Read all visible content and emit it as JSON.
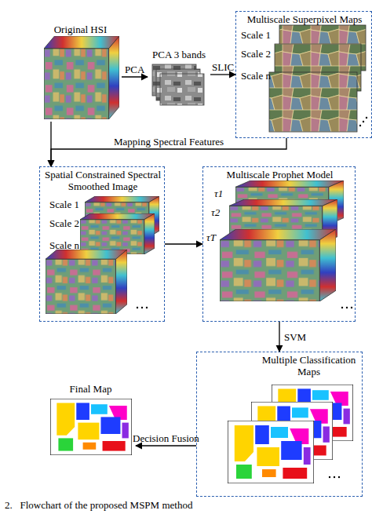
{
  "diagram": {
    "caption": "2.   Flowchart of the proposed MSPM method",
    "nodes": [
      {
        "text": [
          "Original HSI"
        ]
      },
      {
        "text": [
          "PCA 3 bands"
        ]
      },
      {
        "text": [
          "Multiscale Superpixel Maps",
          "Scale 1",
          "Scale 2",
          "Scale n"
        ]
      },
      {
        "text": [
          "Spatial Constrained Spectral Smoothed Image",
          "Scale 1",
          "Scale 2",
          "Scale n"
        ]
      },
      {
        "text": [
          "Multiscale Prophet Model",
          "τ1",
          "τ2",
          "τT"
        ]
      },
      {
        "text": [
          "Multiple Classification Maps"
        ]
      },
      {
        "text": [
          "Final Map"
        ]
      }
    ],
    "edges": [
      {
        "from": 0,
        "to": 1,
        "label": "PCA",
        "arrow": "to"
      },
      {
        "from": 1,
        "to": 2,
        "label": "SLIC",
        "arrow": "to"
      },
      {
        "from": 0,
        "to": 3,
        "arrow": "to"
      },
      {
        "from": 2,
        "to": 3,
        "label": "Mapping Spectral Features",
        "arrow": "to"
      },
      {
        "from": 3,
        "to": 4,
        "arrow": "to"
      },
      {
        "from": 4,
        "to": 5,
        "label": "SVM",
        "arrow": "to"
      },
      {
        "from": 5,
        "to": 6,
        "label": "Decision Fusion",
        "arrow": "to"
      }
    ]
  }
}
